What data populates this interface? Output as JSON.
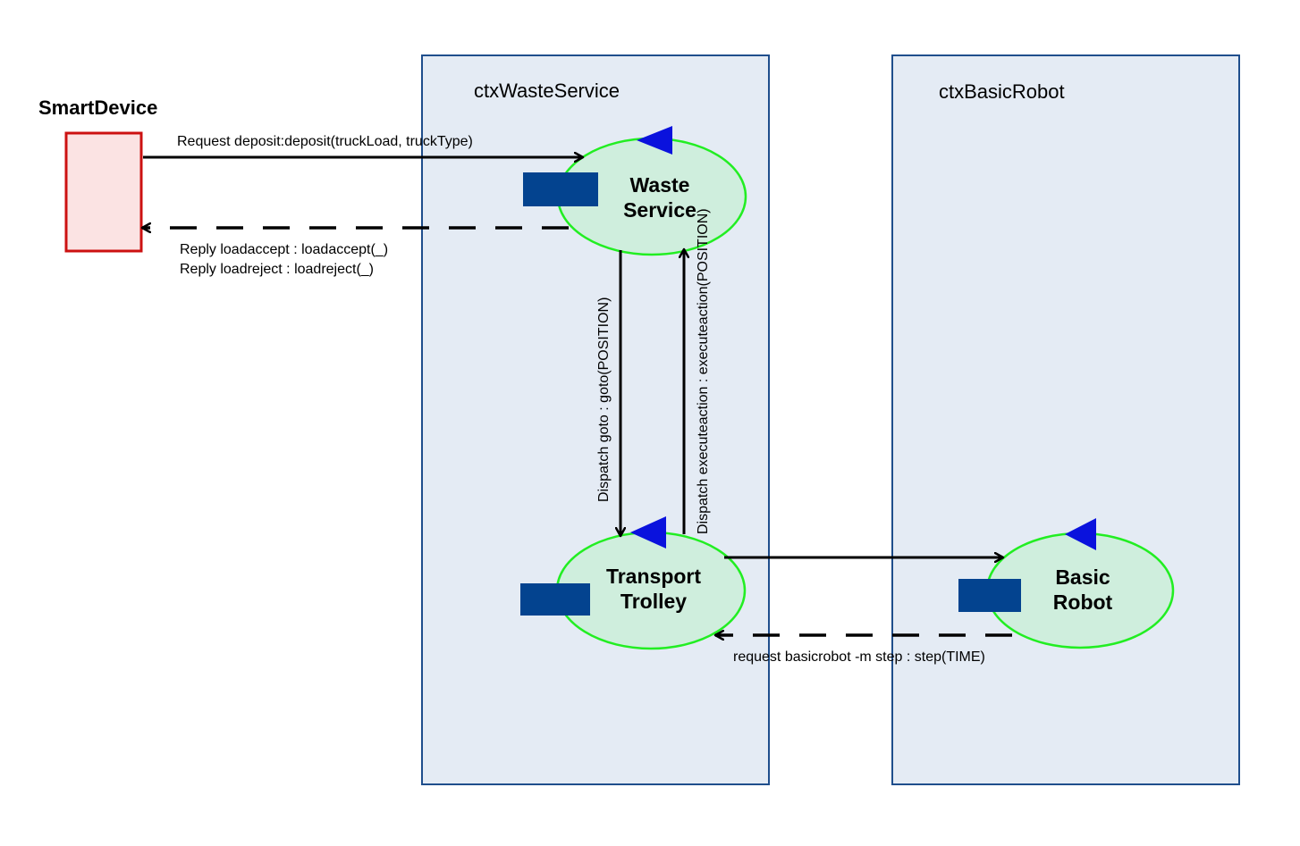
{
  "contexts": {
    "waste_service": "ctxWasteService",
    "basic_robot": "ctxBasicRobot"
  },
  "external": {
    "smart_device": "SmartDevice"
  },
  "actors": {
    "waste_service": [
      "Waste",
      "Service"
    ],
    "transport_trolley": [
      "Transport",
      "Trolley"
    ],
    "basic_robot": [
      "Basic",
      "Robot"
    ]
  },
  "messages": {
    "request_deposit": "Request deposit:deposit(truckLoad, truckType)",
    "reply_accept": "Reply loadaccept : loadaccept(_)",
    "reply_reject": "Reply loadreject : loadreject(_)",
    "dispatch_goto": "Dispatch goto : goto(POSITION)",
    "dispatch_execute": "Dispatch executeaction : executeaction(POSITION)",
    "request_step": "request basicrobot -m step : step(TIME)"
  },
  "colors": {
    "context_fill": "#e4ebf4",
    "context_border": "#1f4e8c",
    "actor_fill": "#cfeedd",
    "actor_border": "#22ee22",
    "port_fill": "#03438f",
    "triangle_fill": "#0a12dd",
    "device_fill": "#fbe3e3",
    "device_border": "#cc1111"
  }
}
